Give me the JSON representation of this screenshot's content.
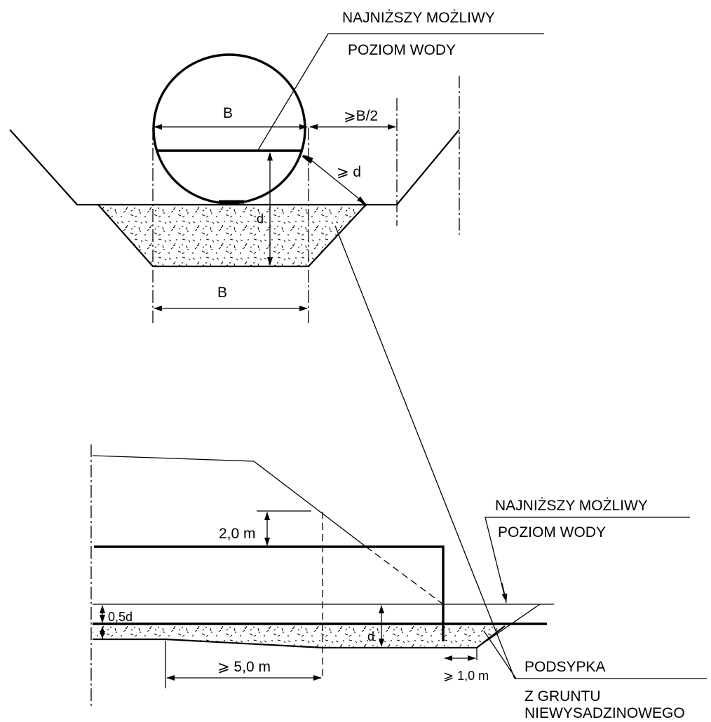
{
  "top_section": {
    "water_label_line1": "NAJNIŻSZY MOŻLIWY",
    "water_label_line2": "POZIOM  WODY",
    "dim_B_top": "B",
    "dim_half_B": "⩾B/2",
    "dim_ge_d": "⩾ d",
    "dim_d": "d",
    "dim_B_bottom": "B"
  },
  "bottom_section": {
    "water_label_line1": "NAJNIŻSZY MOŻLIWY",
    "water_label_line2": "POZIOM  WODY",
    "dim_2m": "2,0 m",
    "dim_half_d": "0,5d",
    "dim_d": "d",
    "dim_5m": "⩾ 5,0 m",
    "dim_1m": "⩾ 1,0 m"
  },
  "bedding_label": {
    "line1": "PODSYPKA",
    "line2": "Z  GRUNTU",
    "line3": "NIEWYSADZINOWEGO"
  }
}
